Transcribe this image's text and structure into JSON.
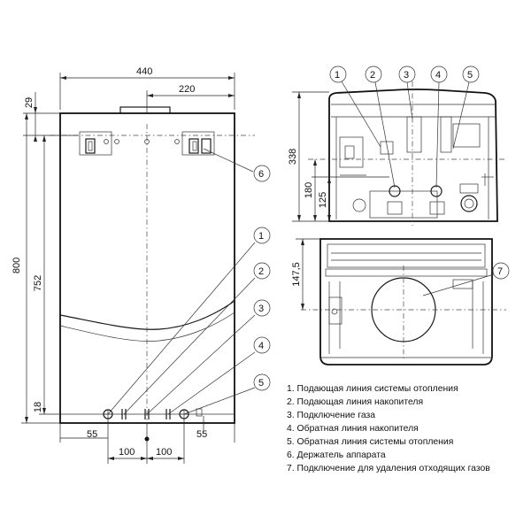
{
  "dimensions": {
    "width_total": "440",
    "width_half": "220",
    "top_offset": "29",
    "height_total": "800",
    "height_holder": "752",
    "bottom_offset": "18",
    "left_pipe": "55",
    "spacing_a": "100",
    "spacing_b": "100",
    "right_pipe": "55",
    "side_total": "338",
    "side_180": "180",
    "side_125": "125",
    "bottom_view": "147,5"
  },
  "callouts": [
    "1",
    "2",
    "3",
    "4",
    "5",
    "6",
    "7"
  ],
  "legend": [
    "1. Подающая линия системы отопления",
    "2. Подающая линия накопителя",
    "3. Подключение газа",
    "4. Обратная линия накопителя",
    "5. Обратная линия системы отопления",
    "6. Держатель аппарата",
    "7. Подключение для удаления отходящих газов"
  ]
}
